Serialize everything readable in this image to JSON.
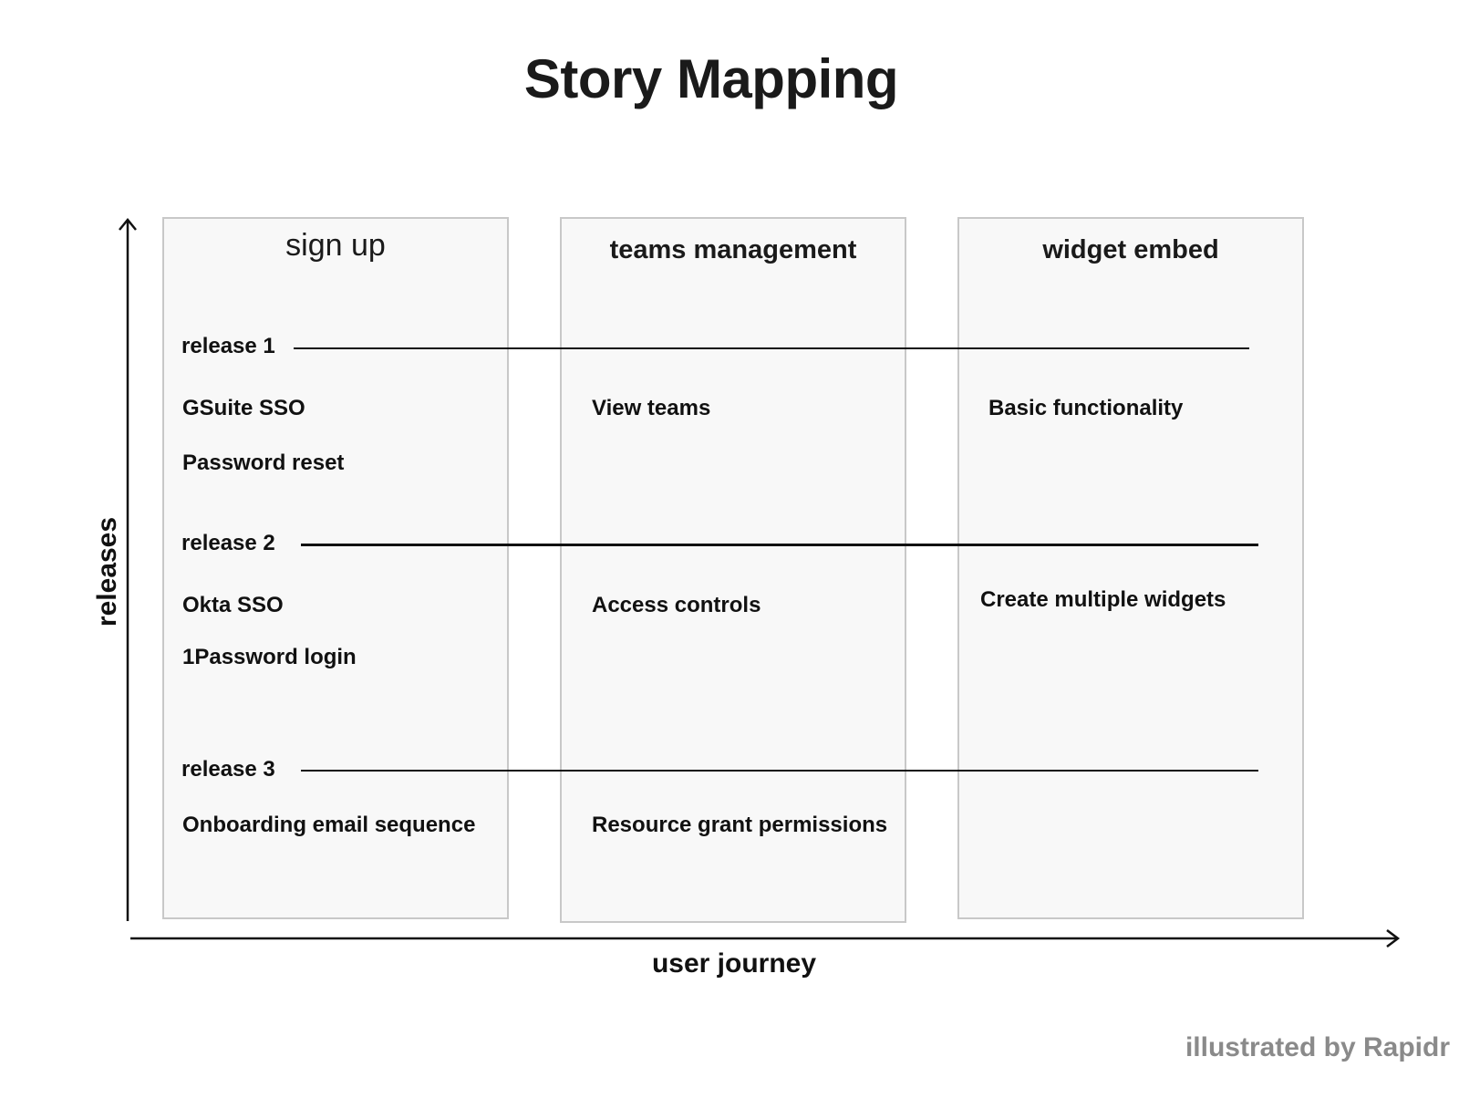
{
  "title": "Story Mapping",
  "columns": [
    {
      "label": "sign up"
    },
    {
      "label": "teams management"
    },
    {
      "label": "widget embed"
    }
  ],
  "releases": [
    {
      "label": "release 1"
    },
    {
      "label": "release 2"
    },
    {
      "label": "release 3"
    }
  ],
  "stories": {
    "sign_up": {
      "release_1": [
        "GSuite SSO",
        "Password reset"
      ],
      "release_2": [
        "Okta SSO",
        "1Password login"
      ],
      "release_3": [
        "Onboarding email sequence"
      ]
    },
    "teams_management": {
      "release_1": [
        "View teams"
      ],
      "release_2": [
        "Access controls"
      ],
      "release_3": [
        "Resource grant permissions"
      ]
    },
    "widget_embed": {
      "release_1": [
        "Basic functionality"
      ],
      "release_2": [
        "Create multiple widgets"
      ]
    }
  },
  "axes": {
    "y_label": "releases",
    "x_label": "user journey"
  },
  "credit": "illustrated by Rapidr",
  "colors": {
    "column_fill": "#f8f8f8",
    "column_border": "#c8c8c8",
    "text": "#1a1a1a",
    "credit": "#8a8a8a"
  }
}
